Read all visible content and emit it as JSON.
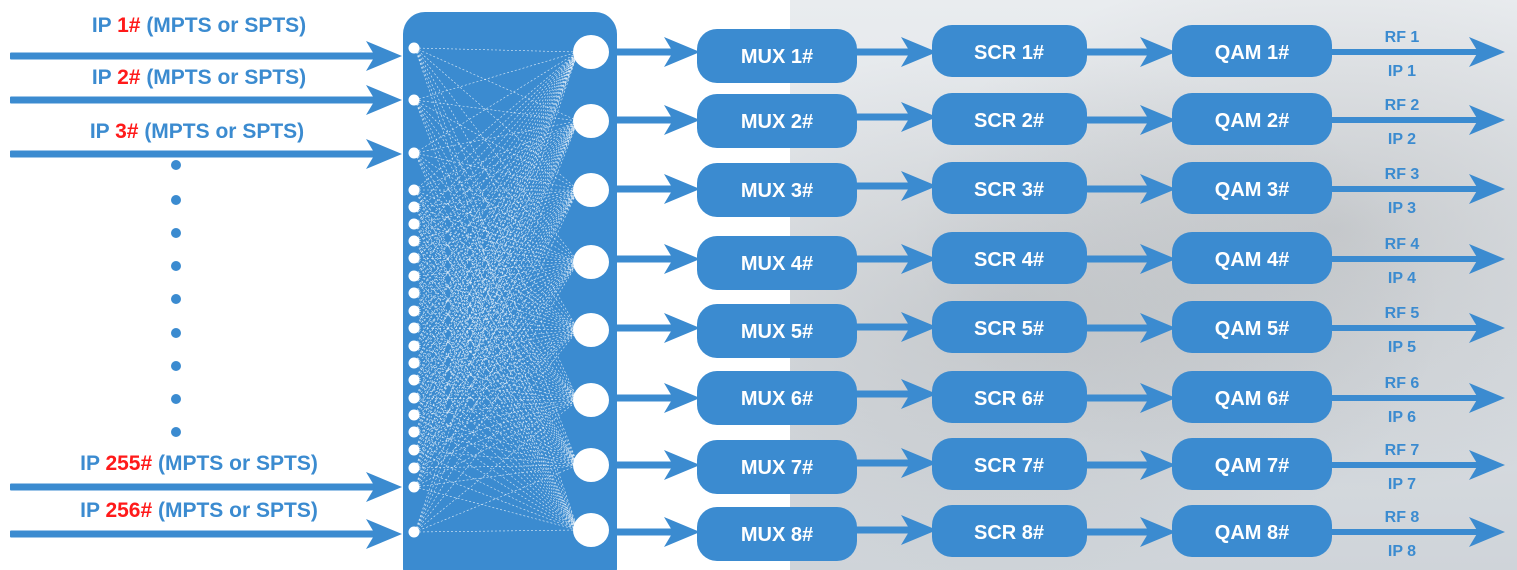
{
  "colors": {
    "primary": "#3b8bd0",
    "accent": "#ff1a1a",
    "box_text": "#ffffff"
  },
  "inputs": [
    {
      "prefix": "IP ",
      "number": "1#",
      "suffix": " (MPTS or SPTS)"
    },
    {
      "prefix": "IP ",
      "number": "2#",
      "suffix": " (MPTS or SPTS)"
    },
    {
      "prefix": "IP ",
      "number": "3#",
      "suffix": " (MPTS or SPTS)"
    },
    {
      "prefix": "IP ",
      "number": "255#",
      "suffix": " (MPTS or SPTS)"
    },
    {
      "prefix": "IP ",
      "number": "256#",
      "suffix": " (MPTS or SPTS)"
    }
  ],
  "channels": [
    {
      "mux": "MUX 1#",
      "scr": "SCR 1#",
      "qam": "QAM 1#",
      "rf": "RF 1",
      "ip": "IP 1"
    },
    {
      "mux": "MUX 2#",
      "scr": "SCR 2#",
      "qam": "QAM 2#",
      "rf": "RF 2",
      "ip": "IP 2"
    },
    {
      "mux": "MUX 3#",
      "scr": "SCR 3#",
      "qam": "QAM 3#",
      "rf": "RF 3",
      "ip": "IP 3"
    },
    {
      "mux": "MUX 4#",
      "scr": "SCR 4#",
      "qam": "QAM 4#",
      "rf": "RF 4",
      "ip": "IP 4"
    },
    {
      "mux": "MUX 5#",
      "scr": "SCR 5#",
      "qam": "QAM 5#",
      "rf": "RF 5",
      "ip": "IP 5"
    },
    {
      "mux": "MUX 6#",
      "scr": "SCR 6#",
      "qam": "QAM 6#",
      "rf": "RF 6",
      "ip": "IP 6"
    },
    {
      "mux": "MUX 7#",
      "scr": "SCR 7#",
      "qam": "QAM 7#",
      "rf": "RF 7",
      "ip": "IP 7"
    },
    {
      "mux": "MUX 8#",
      "scr": "SCR 8#",
      "qam": "QAM 8#",
      "rf": "RF 8",
      "ip": "IP 8"
    }
  ]
}
